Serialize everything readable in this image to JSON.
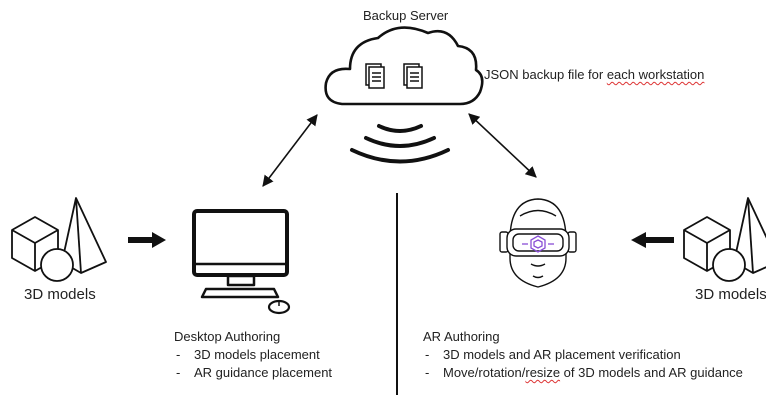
{
  "server": {
    "title": "Backup Server",
    "caption_prefix": "JSON backup file for ",
    "caption_underlined": "each workstation"
  },
  "left": {
    "models_label": "3D models",
    "heading": "Desktop Authoring",
    "bullets": [
      "3D models placement",
      "AR guidance placement"
    ]
  },
  "right": {
    "models_label": "3D models",
    "heading": "AR Authoring",
    "bullet1": "3D models and AR placement verification",
    "bullet2_prefix": "Move/rotation/",
    "bullet2_underlined": "resize",
    "bullet2_suffix": " of 3D models and AR guidance"
  },
  "colors": {
    "stroke": "#111111",
    "headset_accent": "#8a4fd6"
  },
  "icons": [
    "cloud-icon",
    "document-icon",
    "wireless-signal-icon",
    "shapes-icon",
    "desktop-computer-icon",
    "vr-headset-icon",
    "mouse-icon"
  ]
}
